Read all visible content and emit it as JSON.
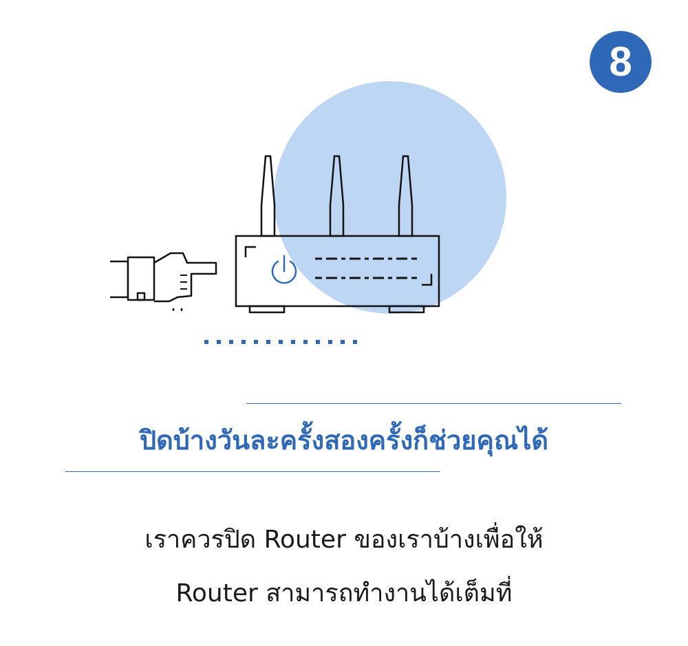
{
  "badge": {
    "number": "8"
  },
  "headline": "ปิดบ้างวันละครั้งสองครั้งก็ช่วยคุณได้",
  "body": {
    "line1": "เราควรปิด Router ของเราบ้างเพื่อให้",
    "line2": "Router สามารถทำงานได้เต็มที่"
  },
  "icons": [
    "router-icon",
    "power-icon",
    "pointing-hand-icon"
  ],
  "colors": {
    "accent": "#2e68b6",
    "circle": "#bdd6f3",
    "line": "#111111"
  }
}
